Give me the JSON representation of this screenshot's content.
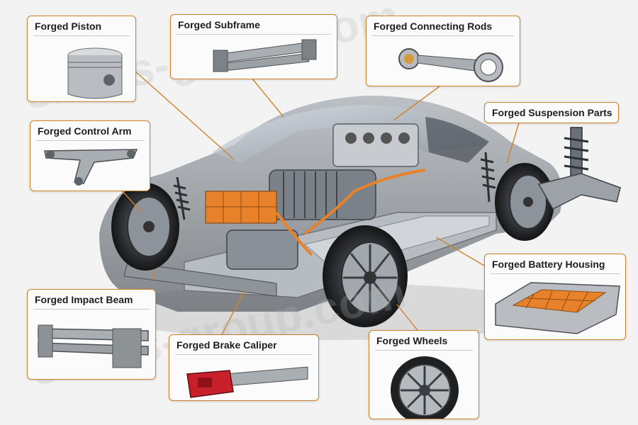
{
  "labels": {
    "piston": "Forged Piston",
    "subframe": "Forged Subframe",
    "connecting_rods": "Forged Connecting Rods",
    "suspension": "Forged Suspension Parts",
    "control_arm": "Forged Control Arm",
    "battery_housing": "Forged Battery Housing",
    "impact_beam": "Forged Impact Beam",
    "brake_caliper": "Forged Brake Caliper",
    "wheels": "Forged Wheels"
  },
  "watermark": "sinois-group.com",
  "colors": {
    "accent": "#d0822a",
    "battery_orange": "#e8822a",
    "metal": "#9aa0a6",
    "caliper_red": "#c8202a"
  }
}
